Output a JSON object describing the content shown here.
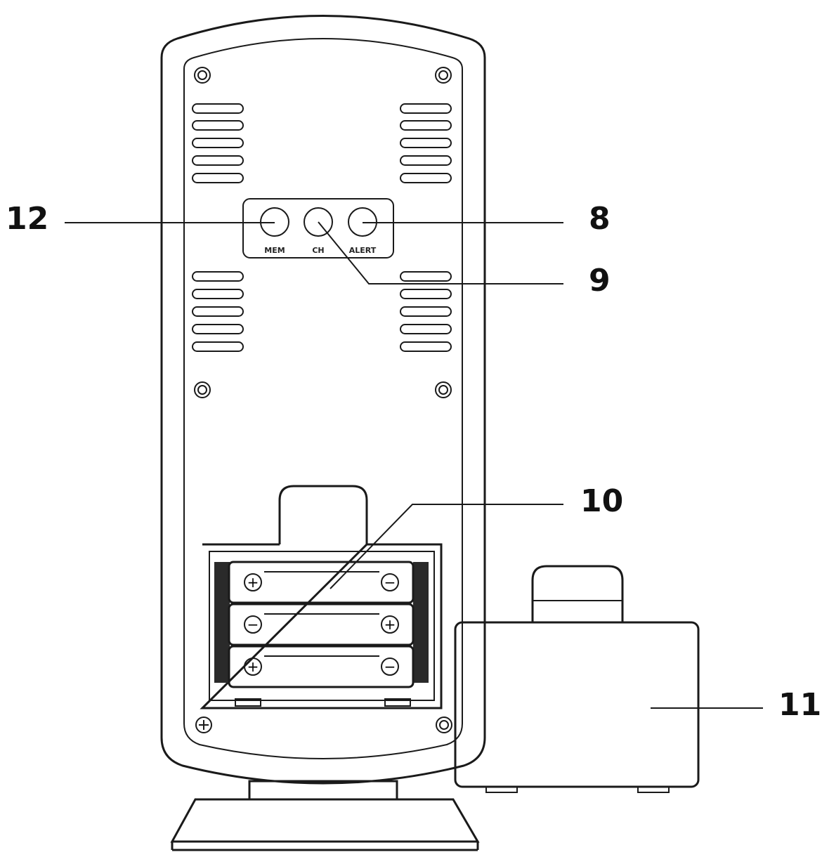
{
  "buttons": [
    {
      "id": "mem",
      "label": "MEM"
    },
    {
      "id": "ch",
      "label": "CH"
    },
    {
      "id": "alert",
      "label": "ALERT"
    }
  ],
  "callouts": {
    "c12": "12",
    "c8": "8",
    "c9": "9",
    "c10": "10",
    "c11": "11"
  },
  "battery_compartment": {
    "cells": [
      {
        "left_terminal": "+",
        "right_terminal": "−"
      },
      {
        "left_terminal": "−",
        "right_terminal": "+"
      },
      {
        "left_terminal": "+",
        "right_terminal": "−"
      }
    ]
  },
  "colors": {
    "ink": "#1a1a1a",
    "background": "#ffffff"
  }
}
